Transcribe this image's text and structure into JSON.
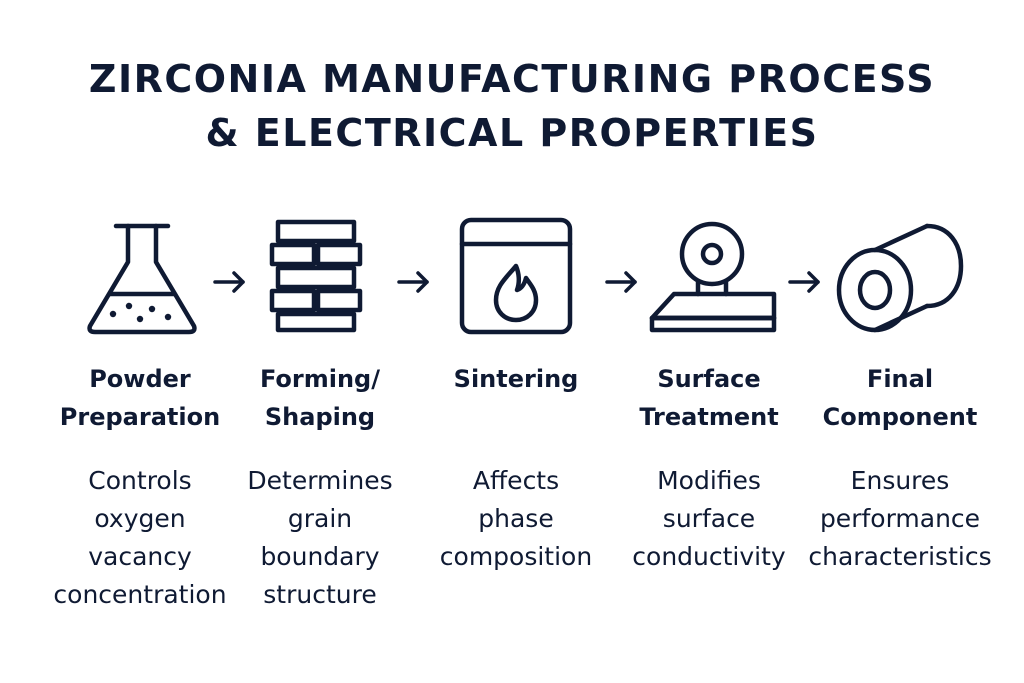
{
  "title": {
    "line1": "ZIRCONIA MANUFACTURING PROCESS",
    "line2": "& ELECTRICAL PROPERTIES"
  },
  "colors": {
    "ink": "#0f1a33",
    "background": "#ffffff"
  },
  "steps": [
    {
      "icon": "flask-icon",
      "name": "Powder\nPreparation",
      "description": "Controls\noxygen\nvacancy\nconcentration"
    },
    {
      "icon": "brick-stack-icon",
      "name": "Forming/\nShaping",
      "description": "Determines\ngrain\nboundary\nstructure"
    },
    {
      "icon": "furnace-flame-icon",
      "name": "Sintering",
      "description": "Affects\nphase\ncomposition"
    },
    {
      "icon": "polishing-disc-icon",
      "name": "Surface\nTreatment",
      "description": "Modifies\nsurface\nconductivity"
    },
    {
      "icon": "cylinder-tube-icon",
      "name": "Final\nComponent",
      "description": "Ensures\nperformance\ncharacteristics"
    }
  ]
}
